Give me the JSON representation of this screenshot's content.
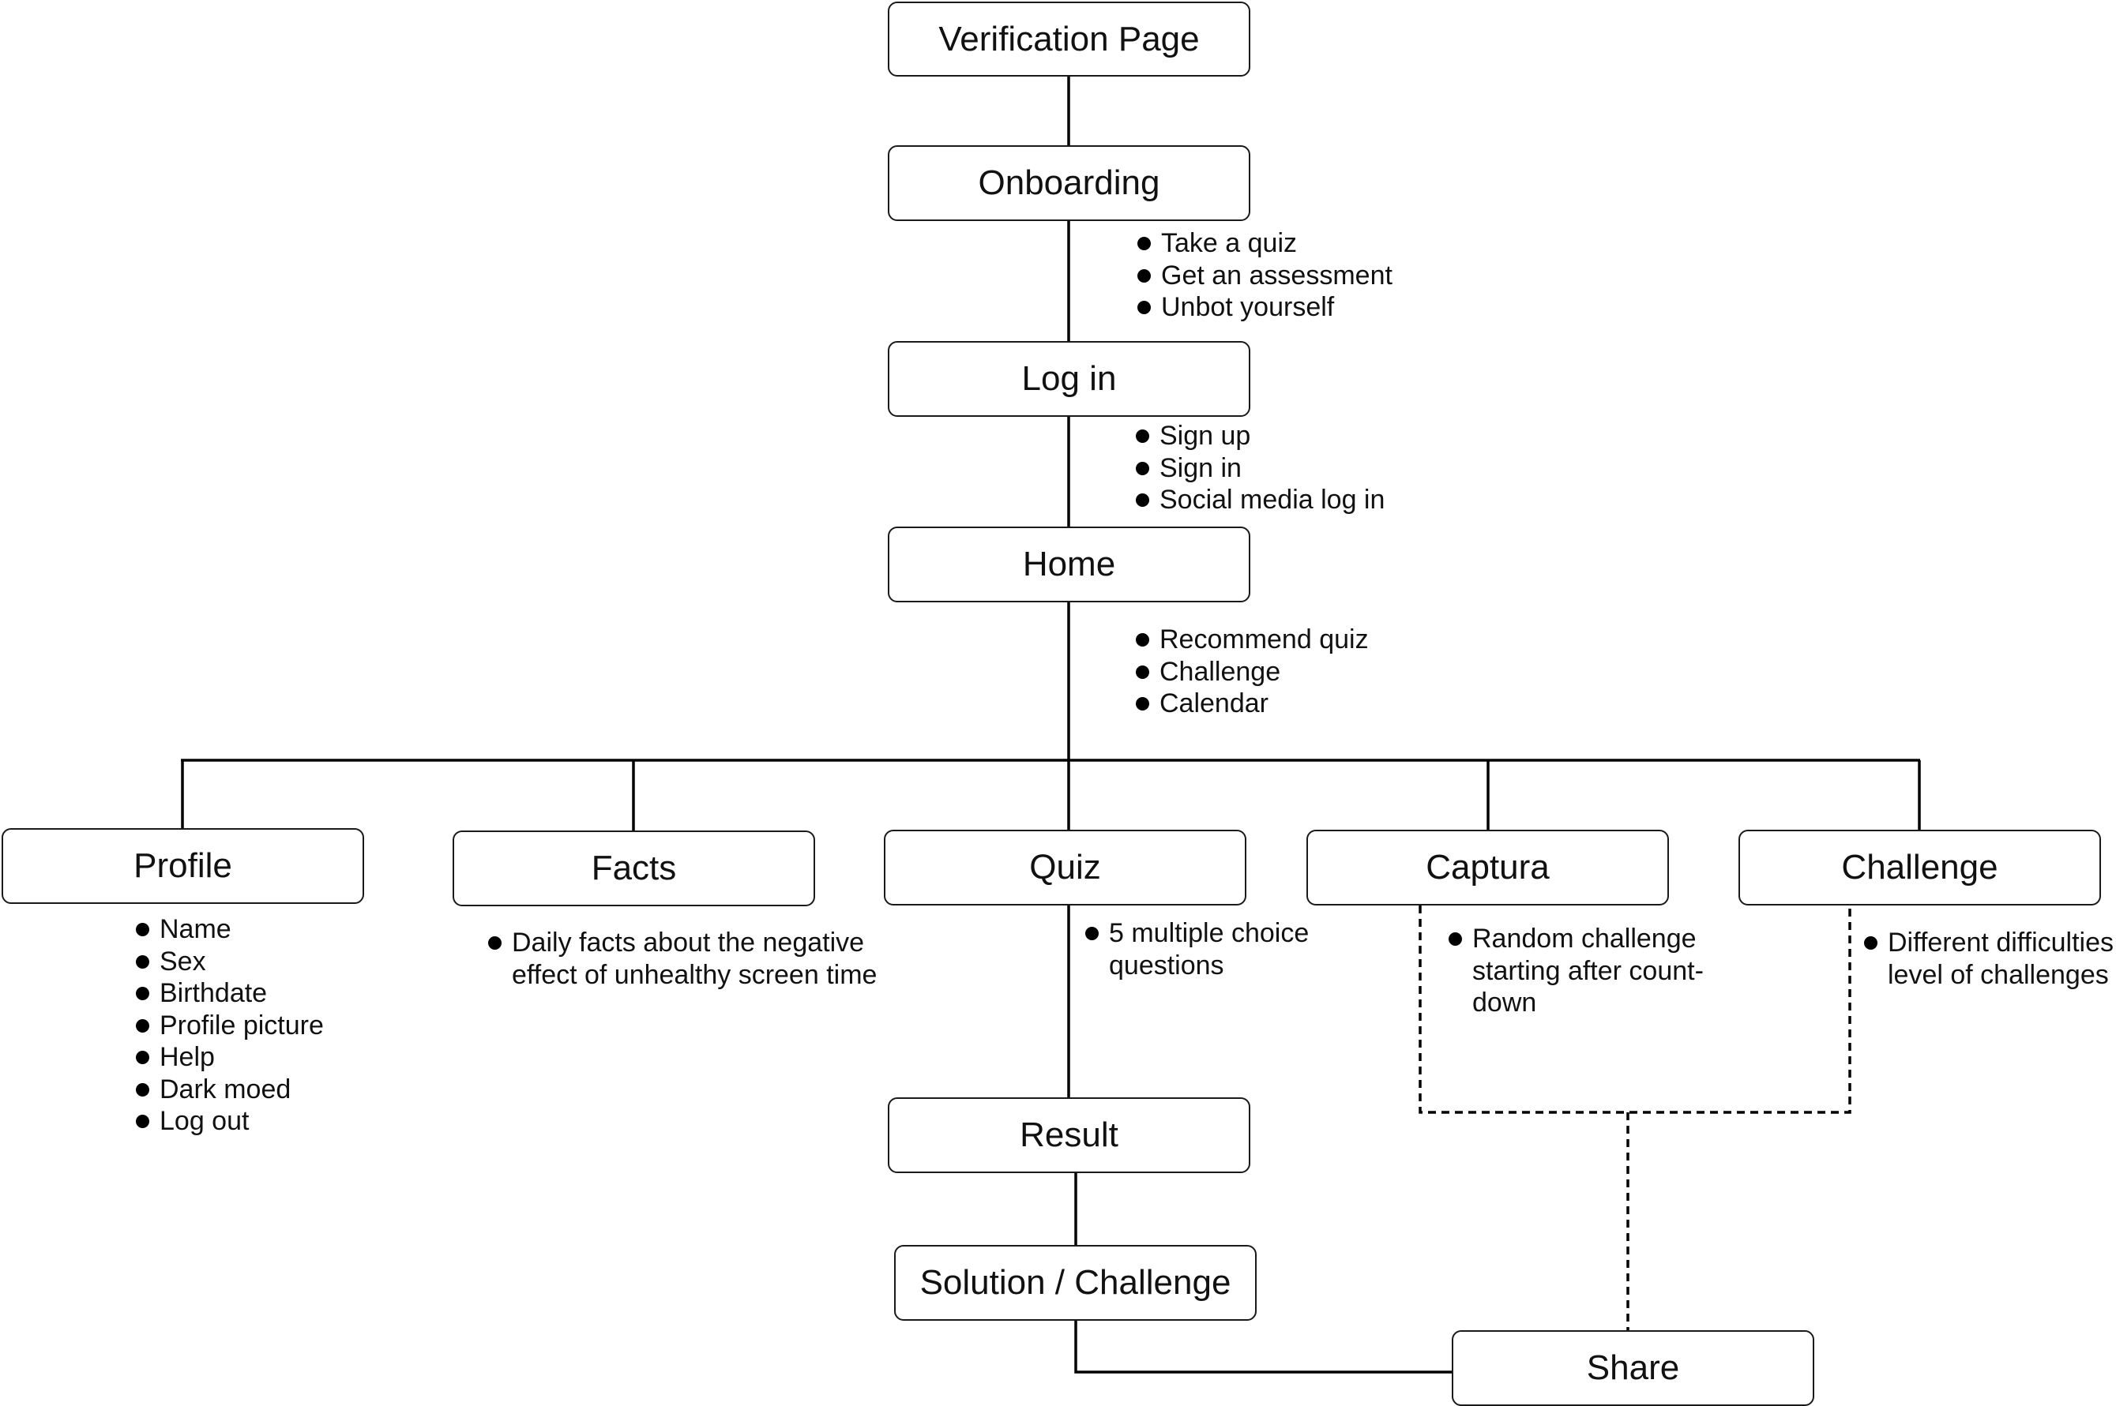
{
  "nodes": {
    "verification": "Verification Page",
    "onboarding": "Onboarding",
    "login": "Log in",
    "home": "Home",
    "profile": "Profile",
    "facts": "Facts",
    "quiz": "Quiz",
    "captura": "Captura",
    "challenge": "Challenge",
    "result": "Result",
    "solution": "Solution / Challenge",
    "share": "Share"
  },
  "notes": {
    "onboarding": [
      "Take a quiz",
      "Get an assessment",
      "Unbot yourself"
    ],
    "login": [
      "Sign up",
      "Sign in",
      "Social media log in"
    ],
    "home": [
      "Recommend quiz",
      "Challenge",
      "Calendar"
    ],
    "profile": [
      "Name",
      "Sex",
      "Birthdate",
      "Profile picture",
      "Help",
      "Dark moed",
      "Log out"
    ],
    "facts": [
      [
        "Daily facts about the negative",
        "effect of unhealthy screen time"
      ]
    ],
    "quiz": [
      [
        "5 multiple choice",
        "questions"
      ]
    ],
    "captura": [
      [
        "Random challenge",
        "starting after count-",
        "down"
      ]
    ],
    "challenge": [
      [
        "Different difficulties",
        "level of challenges"
      ]
    ]
  }
}
